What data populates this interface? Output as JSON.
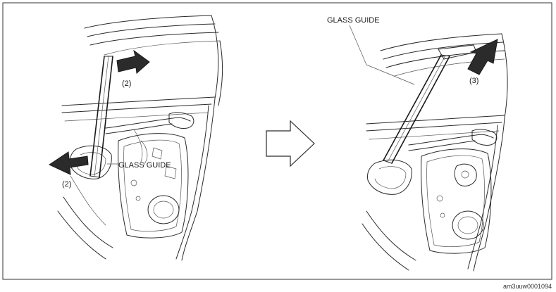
{
  "left_panel": {
    "label_glass_guide": "GLASS GUIDE",
    "label_step_top": "(2)",
    "label_step_bottom": "(2)"
  },
  "right_panel": {
    "label_glass_guide": "GLASS GUIDE",
    "label_step": "(3)"
  },
  "figure_code": "am3uuw0001094",
  "colors": {
    "line": "#1a1a1a",
    "arrow_fill": "#2b2b2b",
    "background": "#ffffff"
  }
}
